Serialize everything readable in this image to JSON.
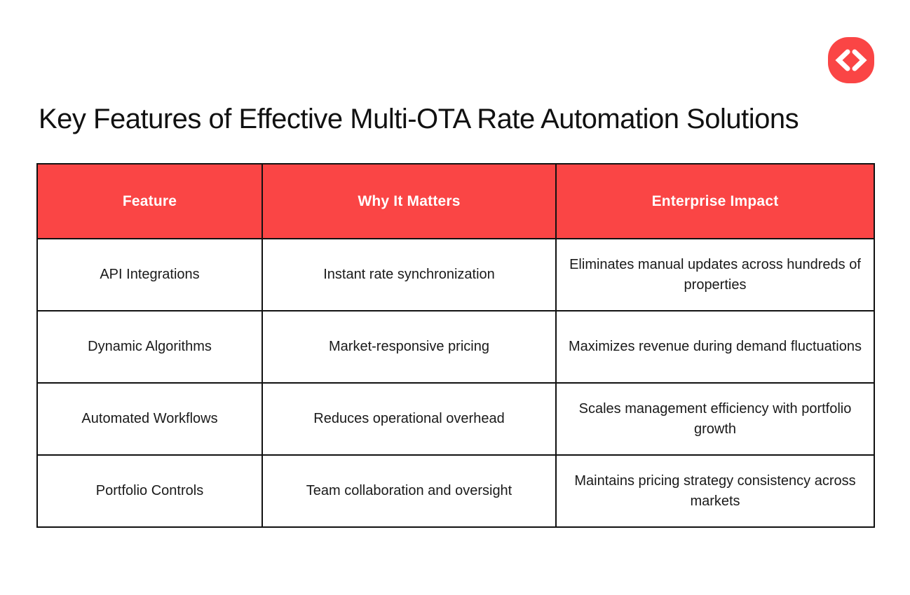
{
  "logo": {
    "color": "#FA4545",
    "icon": "code-brackets-icon"
  },
  "title": "Key Features of Effective Multi-OTA Rate Automation Solutions",
  "chart_data": {
    "type": "table",
    "title": "Key Features of Effective Multi-OTA Rate Automation Solutions",
    "columns": [
      "Feature",
      "Why It Matters",
      "Enterprise Impact"
    ],
    "rows": [
      [
        "API Integrations",
        "Instant rate synchronization",
        "Eliminates manual updates across hundreds of properties"
      ],
      [
        "Dynamic Algorithms",
        "Market-responsive pricing",
        "Maximizes revenue during demand fluctuations"
      ],
      [
        "Automated Workflows",
        "Reduces operational overhead",
        "Scales management efficiency with portfolio growth"
      ],
      [
        "Portfolio Controls",
        "Team collaboration and oversight",
        "Maintains pricing strategy consistency across markets"
      ]
    ],
    "layout": {
      "header_bg": "#FA4545",
      "header_text_color": "#FFFFFF",
      "body_text_color": "#1a1a1a",
      "border_color": "#111111",
      "background": "#FFFFFF"
    }
  }
}
